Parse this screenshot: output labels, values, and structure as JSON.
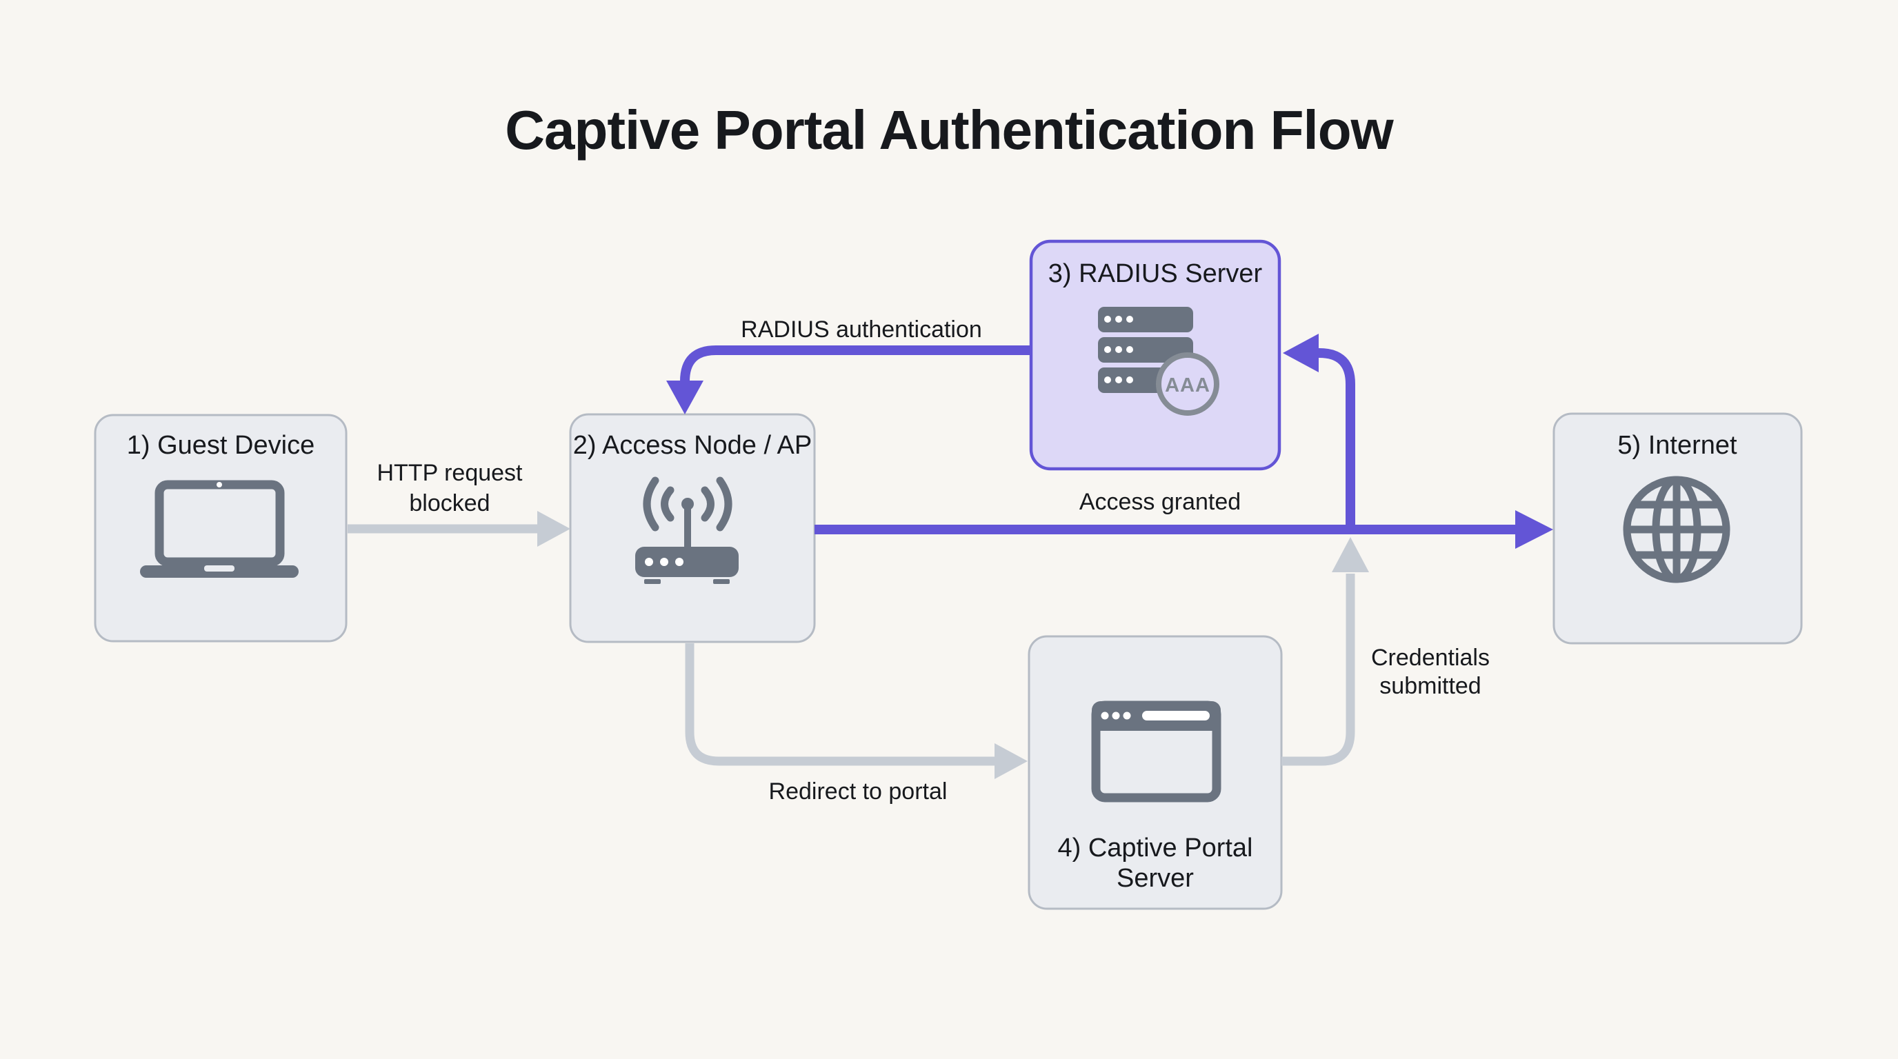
{
  "title": "Captive Portal Authentication Flow",
  "nodes": {
    "guest_device": {
      "label": "1) Guest Device",
      "icon": "laptop-icon"
    },
    "access_node": {
      "label": "2) Access Node / AP",
      "icon": "wifi-router-icon"
    },
    "radius_server": {
      "label": "3) RADIUS Server",
      "icon": "server-stack-icon",
      "badge": "AAA"
    },
    "captive_portal": {
      "label": "4) Captive Portal Server",
      "label_lines": [
        "4) Captive Portal",
        "Server"
      ],
      "icon": "browser-window-icon"
    },
    "internet": {
      "label": "5) Internet",
      "icon": "globe-icon"
    }
  },
  "edges": {
    "http_blocked": {
      "from": "1) Guest Device",
      "to": "2) Access Node / AP",
      "label": "HTTP request blocked",
      "label_lines": [
        "HTTP request",
        "blocked"
      ],
      "style": "gray"
    },
    "radius_auth": {
      "from": "3) RADIUS Server",
      "to": "2) Access Node / AP",
      "label": "RADIUS authentication",
      "style": "purple"
    },
    "access_granted": {
      "from": "2) Access Node / AP",
      "to": "5) Internet",
      "label": "Access granted",
      "style": "purple"
    },
    "auth_branch": {
      "from": "Access granted line",
      "to": "3) RADIUS Server",
      "label": "",
      "style": "purple"
    },
    "redirect_to_portal": {
      "from": "2) Access Node / AP",
      "to": "4) Captive Portal Server",
      "label": "Redirect to portal",
      "style": "gray"
    },
    "credentials_submitted": {
      "from": "4) Captive Portal Server",
      "to": "Access granted line",
      "label": "Credentials submitted",
      "label_lines": [
        "Credentials",
        "submitted"
      ],
      "style": "gray"
    }
  },
  "colors": {
    "background": "#f8f6f2",
    "text": "#17191d",
    "node_fill": "#eaecf0",
    "node_border": "#b5bbc4",
    "radius_fill": "#ddd8f7",
    "accent_purple": "#6355d6",
    "arrow_gray": "#c6ccd4",
    "icon_gray": "#6a7380",
    "icon_gray_light": "#858c95"
  }
}
